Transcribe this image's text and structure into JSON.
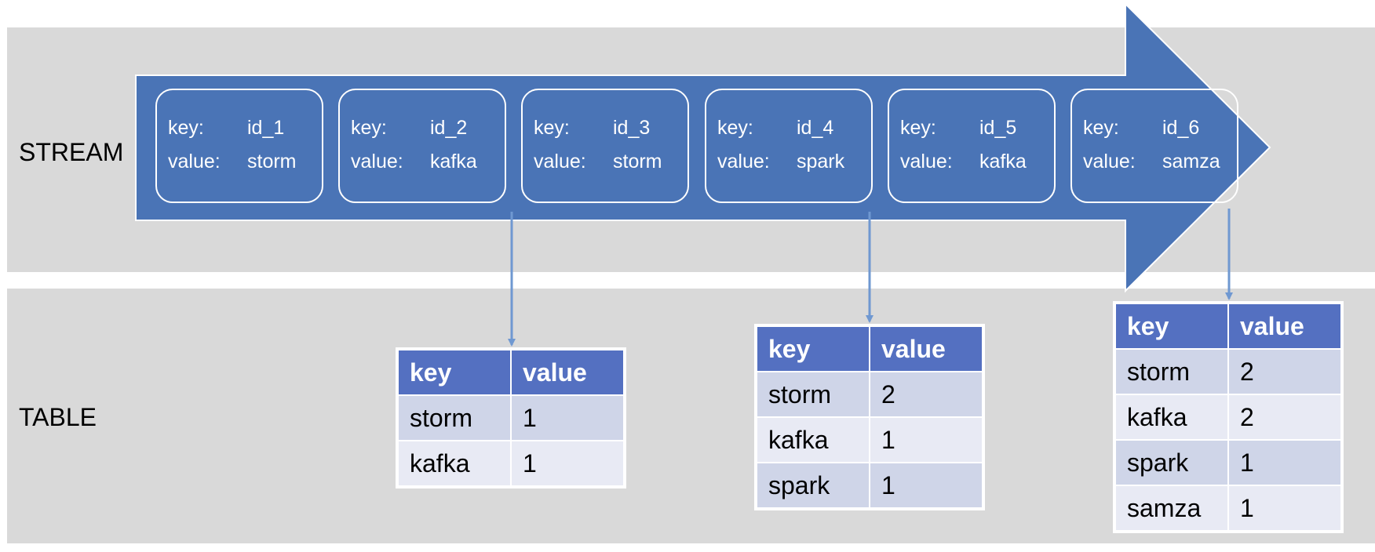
{
  "labels": {
    "stream": "STREAM",
    "table": "TABLE"
  },
  "record_field_labels": {
    "key": "key:",
    "value": "value:"
  },
  "records": [
    {
      "key": "id_1",
      "value": "storm"
    },
    {
      "key": "id_2",
      "value": "kafka"
    },
    {
      "key": "id_3",
      "value": "storm"
    },
    {
      "key": "id_4",
      "value": "spark"
    },
    {
      "key": "id_5",
      "value": "kafka"
    },
    {
      "key": "id_6",
      "value": "samza"
    }
  ],
  "tables": [
    {
      "headers": [
        "key",
        "value"
      ],
      "rows": [
        [
          "storm",
          "1"
        ],
        [
          "kafka",
          "1"
        ]
      ]
    },
    {
      "headers": [
        "key",
        "value"
      ],
      "rows": [
        [
          "storm",
          "2"
        ],
        [
          "kafka",
          "1"
        ],
        [
          "spark",
          "1"
        ]
      ]
    },
    {
      "headers": [
        "key",
        "value"
      ],
      "rows": [
        [
          "storm",
          "2"
        ],
        [
          "kafka",
          "2"
        ],
        [
          "spark",
          "1"
        ],
        [
          "samza",
          "1"
        ]
      ]
    }
  ],
  "colors": {
    "band": "#d9d9d9",
    "arrow": "#4a74b6",
    "connector": "#6f98d1",
    "table_header": "#5470c1",
    "row_dark": "#cfd5e8",
    "row_light": "#e8eaf4"
  }
}
